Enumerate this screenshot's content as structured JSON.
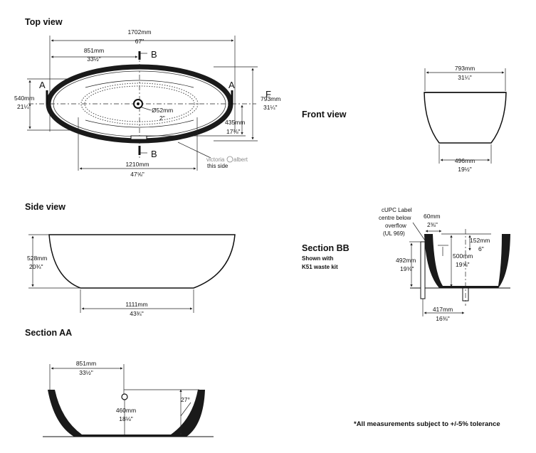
{
  "views": {
    "top": "Top view",
    "front": "Front view",
    "side": "Side view",
    "section_aa": "Section AA",
    "section_bb": "Section BB",
    "section_bb_sub1": "Shown with",
    "section_bb_sub2": "K51 waste kit"
  },
  "top_view": {
    "overall_length_mm": "1702mm",
    "overall_length_in": "67\"",
    "half_length_mm": "851mm",
    "half_length_in": "33½\"",
    "width_mm": "793mm",
    "width_in": "31¼\"",
    "inner_width_mm": "540mm",
    "inner_width_in": "21¼\"",
    "half_inner_mm": "435mm",
    "half_inner_in": "17⅛\"",
    "inner_length_mm": "1210mm",
    "inner_length_in": "47⅝\"",
    "waste_dia_mm": "Ø52mm",
    "waste_dia_in": "2\"",
    "section_a": "A",
    "section_b": "B",
    "section_f": "F",
    "brand": "victoria",
    "brand2": "albert",
    "this_side": "this side"
  },
  "front_view": {
    "top_width_mm": "793mm",
    "top_width_in": "31¼\"",
    "base_width_mm": "496mm",
    "base_width_in": "19½\""
  },
  "side_view": {
    "height_mm": "528mm",
    "height_in": "20¾\"",
    "base_length_mm": "1111mm",
    "base_length_in": "43¾\""
  },
  "section_aa": {
    "half_length_mm": "851mm",
    "half_length_in": "33½\"",
    "depth_mm": "460mm",
    "depth_in": "18⅛\"",
    "angle": "27°"
  },
  "section_bb": {
    "label_line1": "cUPC Label",
    "label_line2": "centre below",
    "label_line3": "overflow",
    "label_line4": "(UL 969)",
    "rim_mm": "60mm",
    "rim_in": "2⅜\"",
    "overflow_mm": "152mm",
    "overflow_in": "6\"",
    "waste_height_mm": "492mm",
    "waste_height_in": "19⅜\"",
    "inner_depth_mm": "500mm",
    "inner_depth_in": "19⅝\"",
    "offset_mm": "417mm",
    "offset_in": "16⅜\""
  },
  "tolerance_note": "*All measurements subject to +/-5% tolerance"
}
